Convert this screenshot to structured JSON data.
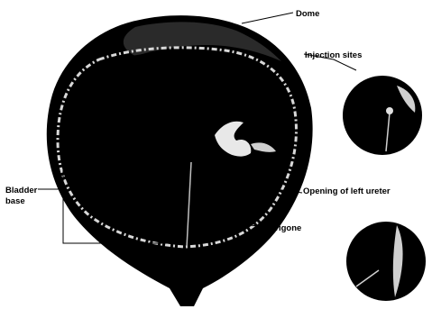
{
  "labels": {
    "dome": "Dome",
    "injection_sites": "Injection sites",
    "bladder_base_line1": "Bladder",
    "bladder_base_line2": "base",
    "opening_left_ureter": "Opening of left ureter",
    "trigone": "Trigone"
  },
  "colors": {
    "ink": "#000000",
    "paper": "#ffffff",
    "mucosa": "#d8d8d8"
  }
}
